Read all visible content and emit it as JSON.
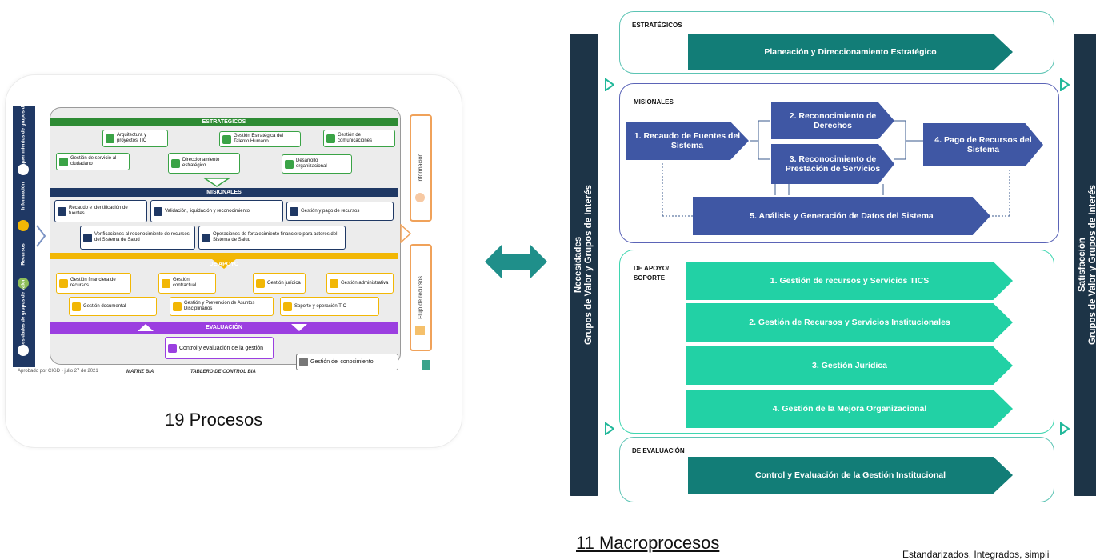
{
  "left": {
    "vertical_tabs": [
      "Requerimientos de grupos de interés",
      "Información",
      "Recursos",
      "Necesidades de grupos de valor"
    ],
    "sections": {
      "estrategicos": "ESTRATÉGICOS",
      "misionales": "MISIONALES",
      "apoyo": "DE APOYO",
      "evaluacion": "EVALUACIÓN"
    },
    "estrategicos_items": [
      "Arquitectura y proyectos TIC",
      "Gestión Estratégica del Talento Humano",
      "Gestión de comunicaciones",
      "Gestión de servicio al ciudadano",
      "Direccionamiento estratégico",
      "Desarrollo organizacional"
    ],
    "misionales_items": [
      "Recaudo e identificación de fuentes",
      "Validación, liquidación y reconocimiento",
      "Gestión y pago de recursos",
      "Verificaciones al reconocimiento de recursos del Sistema de Salud",
      "Operaciones de fortalecimiento financiero para actores del Sistema de Salud"
    ],
    "apoyo_items": [
      "Gestión financiera de recursos",
      "Gestión contractual",
      "Gestión jurídica",
      "Gestión administrativa",
      "Gestión documental",
      "Gestión y Prevención de Asuntos Disciplinarios",
      "Soporte y operación TIC"
    ],
    "evaluacion_item": "Control y evaluación de la gestión",
    "conocimiento": "Gestión del conocimiento",
    "right_tabs": [
      "Información",
      "Flujo de recursos"
    ],
    "approved": "Aprobado por CIGD - julio 27 de 2021",
    "matriz": "MATRIZ BIA",
    "tablero": "TABLERO DE CONTROL BIA",
    "caption": "19 Procesos"
  },
  "right": {
    "left_bar": [
      "Necesidades",
      "Grupos de Valor y Grupos de Interés"
    ],
    "right_bar": [
      "Satisfacción",
      "Grupos de Valor y Grupos de Interés"
    ],
    "estrategicos_label": "ESTRATÉGICOS",
    "estrategicos_item": "Planeación y Direccionamiento Estratégico",
    "misionales_label": "MISIONALES",
    "mis_1": "1. Recaudo de Fuentes del Sistema",
    "mis_2": "2. Reconocimiento de Derechos",
    "mis_3": "3. Reconocimiento de Prestación de Servicios",
    "mis_4": "4. Pago de Recursos del Sistema",
    "mis_5": "5. Análisis y Generación de Datos del Sistema",
    "apoyo_label_1": "DE APOYO/",
    "apoyo_label_2": "SOPORTE",
    "apoyo_items": [
      "1. Gestión de recursos y Servicios TICS",
      "2. Gestión de Recursos y Servicios Institucionales",
      "3. Gestión Jurídica",
      "4. Gestión de la Mejora Organizacional"
    ],
    "evaluacion_label": "DE EVALUACIÓN",
    "evaluacion_item": "Control y Evaluación de la Gestión Institucional",
    "caption": "11 Macroprocesos",
    "footer_fragment": "Estandarizados, Integrados, simpli"
  },
  "colors": {
    "dark_teal": "#127d77",
    "light_teal": "#22d1a5",
    "misional_blue": "#3f57a4",
    "side_navy": "#1d3447",
    "green": "#3aa346",
    "navy": "#1f3864",
    "yellow": "#f2b705",
    "purple": "#9b3fe0"
  }
}
